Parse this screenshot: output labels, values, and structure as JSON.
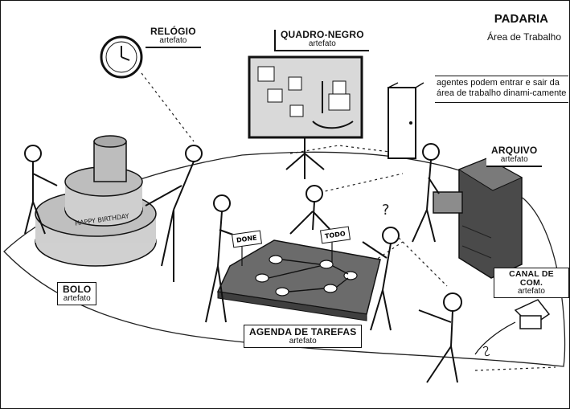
{
  "header": {
    "title": "PADARIA",
    "subtitle": "Área de Trabalho"
  },
  "note": {
    "text": "agentes podem entrar e sair da área de trabalho dinami-camente"
  },
  "labels": {
    "relogio": {
      "title": "RELÓGIO",
      "sub": "artefato"
    },
    "quadro": {
      "title": "QUADRO-NEGRO",
      "sub": "artefato"
    },
    "arquivo": {
      "title": "ARQUIVO",
      "sub": "artefato"
    },
    "bolo": {
      "title": "BOLO",
      "sub": "artefato"
    },
    "agenda": {
      "title": "AGENDA DE TAREFAS",
      "sub": "artefato"
    },
    "canal": {
      "title": "CANAL DE COM.",
      "sub": "artefato"
    }
  },
  "signs": {
    "done": "DONE",
    "todo": "TODO"
  },
  "cake_text": "HAPPY BIRTHDAY",
  "question_mark": "?",
  "colors": {
    "ink": "#111111",
    "table": "#6b6b6b",
    "cabinet": "#4a4a4a",
    "board": "#d9d9d9"
  }
}
